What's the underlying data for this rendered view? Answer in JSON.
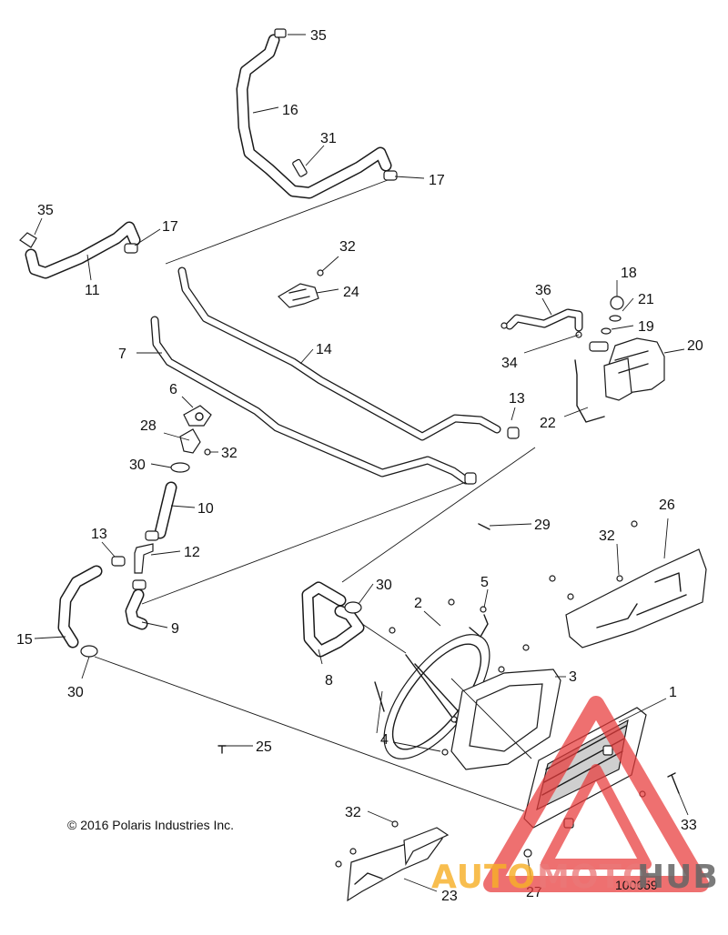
{
  "callouts": [
    "35",
    "16",
    "31",
    "17",
    "35",
    "17",
    "11",
    "32",
    "24",
    "7",
    "14",
    "36",
    "18",
    "21",
    "19",
    "20",
    "34",
    "13",
    "6",
    "28",
    "32",
    "30",
    "10",
    "22",
    "29",
    "26",
    "13",
    "12",
    "32",
    "5",
    "30",
    "2",
    "15",
    "9",
    "3",
    "1",
    "8",
    "30",
    "4",
    "25",
    "32",
    "33",
    "23",
    "27"
  ],
  "copyright": "© 2016 Polaris Industries Inc.",
  "drawing_number": "100659",
  "watermark": {
    "part1": "AUTO",
    "part2": "MOTO",
    "part3": "HUB",
    "colors": {
      "auto": "#f6b028",
      "moto": "#eb7878",
      "hub": "#646464",
      "triangle": "#e83a3a"
    }
  }
}
